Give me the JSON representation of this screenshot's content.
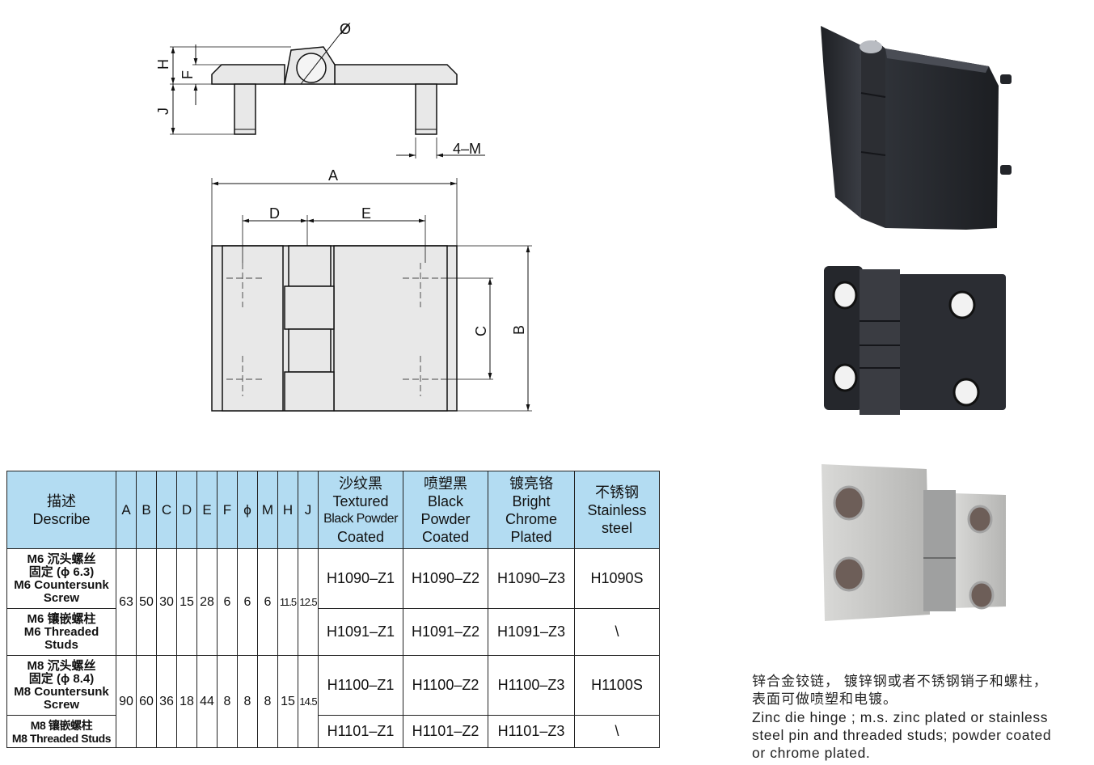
{
  "drawing": {
    "labels": {
      "phi": "Ø",
      "h": "H",
      "f": "F",
      "j": "J",
      "m": "4–M",
      "a": "A",
      "d": "D",
      "e": "E",
      "c": "C",
      "b": "B"
    }
  },
  "table": {
    "header": {
      "describe_cn": "描述",
      "describe_en": "Describe",
      "dims": [
        "A",
        "B",
        "C",
        "D",
        "E",
        "F",
        "ϕ",
        "M",
        "H",
        "J"
      ],
      "finishes": [
        {
          "cn": "沙纹黑",
          "en1": "Textured",
          "en2": "Black Powder",
          "en3": "Coated"
        },
        {
          "cn": "喷塑黑",
          "en1": "Black",
          "en2": "Powder",
          "en3": "Coated"
        },
        {
          "cn": "镀亮铬",
          "en1": "Bright",
          "en2": "Chrome",
          "en3": "Plated"
        },
        {
          "cn": "不锈钢",
          "en1": "Stainless",
          "en2": "steel",
          "en3": ""
        }
      ]
    },
    "groups": [
      {
        "dims": [
          "63",
          "50",
          "30",
          "15",
          "28",
          "6",
          "6",
          "6",
          "11.5",
          "12.5"
        ],
        "rows": [
          {
            "desc": [
              "M6 沉头螺丝",
              "固定 (ϕ 6.3)",
              "M6 Countersunk",
              "Screw"
            ],
            "codes": [
              "H1090–Z1",
              "H1090–Z2",
              "H1090–Z3",
              "H1090S"
            ]
          },
          {
            "desc": [
              "M6 镶嵌螺柱",
              "M6 Threaded",
              "Studs"
            ],
            "codes": [
              "H1091–Z1",
              "H1091–Z2",
              "H1091–Z3",
              "\\"
            ]
          }
        ]
      },
      {
        "dims": [
          "90",
          "60",
          "36",
          "18",
          "44",
          "8",
          "8",
          "8",
          "15",
          "14.5"
        ],
        "rows": [
          {
            "desc": [
              "M8 沉头螺丝",
              "固定 (ϕ 8.4)",
              "M8 Countersunk",
              "Screw"
            ],
            "codes": [
              "H1100–Z1",
              "H1100–Z2",
              "H1100–Z3",
              "H1100S"
            ]
          },
          {
            "desc": [
              "M8 镶嵌螺柱",
              "M8 Threaded Studs"
            ],
            "codes": [
              "H1101–Z1",
              "H1101–Z2",
              "H1101–Z3",
              "\\"
            ]
          }
        ]
      }
    ]
  },
  "note": {
    "cn1": "锌合金铰链，  镀锌钢或者不锈钢销子和螺柱，",
    "cn2": "表面可做喷塑和电镀。",
    "en1": "Zinc die hinge ; m.s. zinc plated or stainless",
    "en2": "steel pin and threaded studs; powder coated",
    "en3": "or chrome plated."
  },
  "colors": {
    "header_bg": "#b3dcf2",
    "part_fill": "#e8e8e8",
    "black_hinge": "#2a2c31",
    "steel_hinge": "#c8c8c6"
  }
}
